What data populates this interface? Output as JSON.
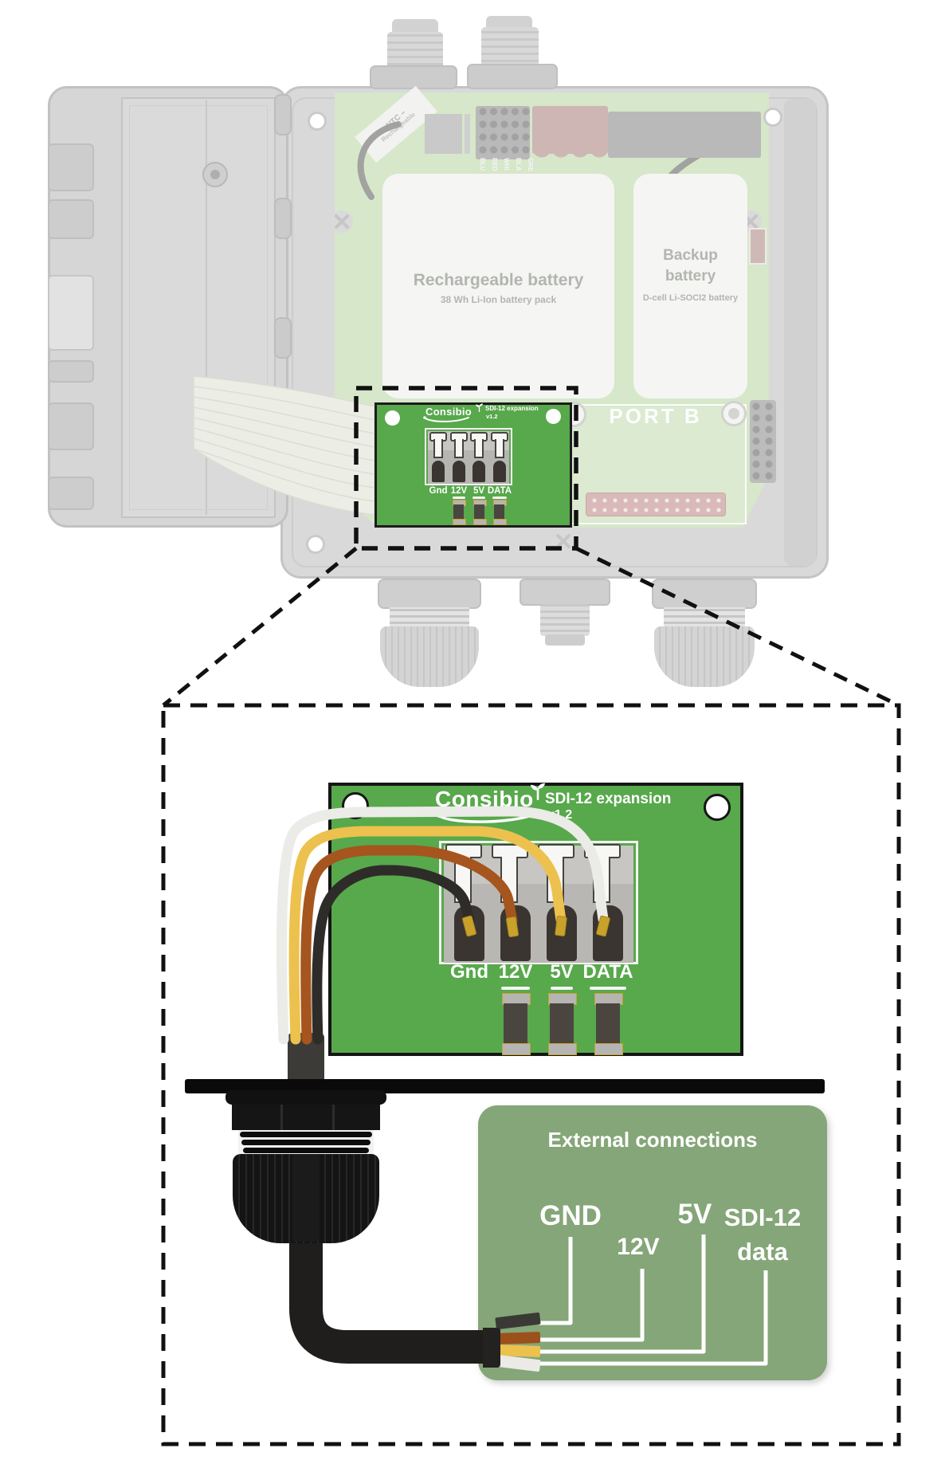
{
  "device": {
    "rechargeable_battery": {
      "title": "Rechargeable battery",
      "subtitle": "38 Wh Li-Ion battery pack"
    },
    "backup_battery": {
      "title_line1": "Backup",
      "title_line2": "battery",
      "subtitle": "D-cell Li-SOCl2 battery"
    },
    "port_label": "PORT B",
    "battery_connector": {
      "polarity": "+ NTC −",
      "label": "Rechargeable"
    },
    "pin_labels": [
      "BLU",
      "RED",
      "WHI",
      "BLA",
      "GRE"
    ]
  },
  "expansion_board_small": {
    "brand": "Consibio",
    "product": "SDI-12 expansion",
    "version": "v1.2",
    "terminals": [
      "Gnd",
      "12V",
      "5V",
      "DATA"
    ]
  },
  "expansion_board_detail": {
    "brand": "Consibio",
    "product": "SDI-12 expansion",
    "version": "v1.2",
    "terminals": [
      "Gnd",
      "12V",
      "5V",
      "DATA"
    ]
  },
  "external_connections": {
    "title": "External connections",
    "labels": {
      "gnd": "GND",
      "v12": "12V",
      "v5": "5V",
      "sdi12_line1": "SDI-12",
      "sdi12_line2": "data"
    }
  },
  "wires": [
    {
      "name": "black-wire",
      "terminal": "Gnd",
      "external": "GND",
      "hex": "#2e2c29"
    },
    {
      "name": "brown-wire",
      "terminal": "12V",
      "external": "12V",
      "hex": "#9c4f1c"
    },
    {
      "name": "yellow-wire",
      "terminal": "5V",
      "external": "5V",
      "hex": "#ecc14d"
    },
    {
      "name": "white-wire",
      "terminal": "DATA",
      "external": "SDI-12 data",
      "hex": "#eceae6"
    }
  ],
  "colors": {
    "pcb_green": "#58a84c",
    "ghost_pcb_green": "#d6e7ca",
    "panel_green": "#85a678",
    "ferrule_gold": "#c9a22b",
    "dash_black": "#111111"
  }
}
